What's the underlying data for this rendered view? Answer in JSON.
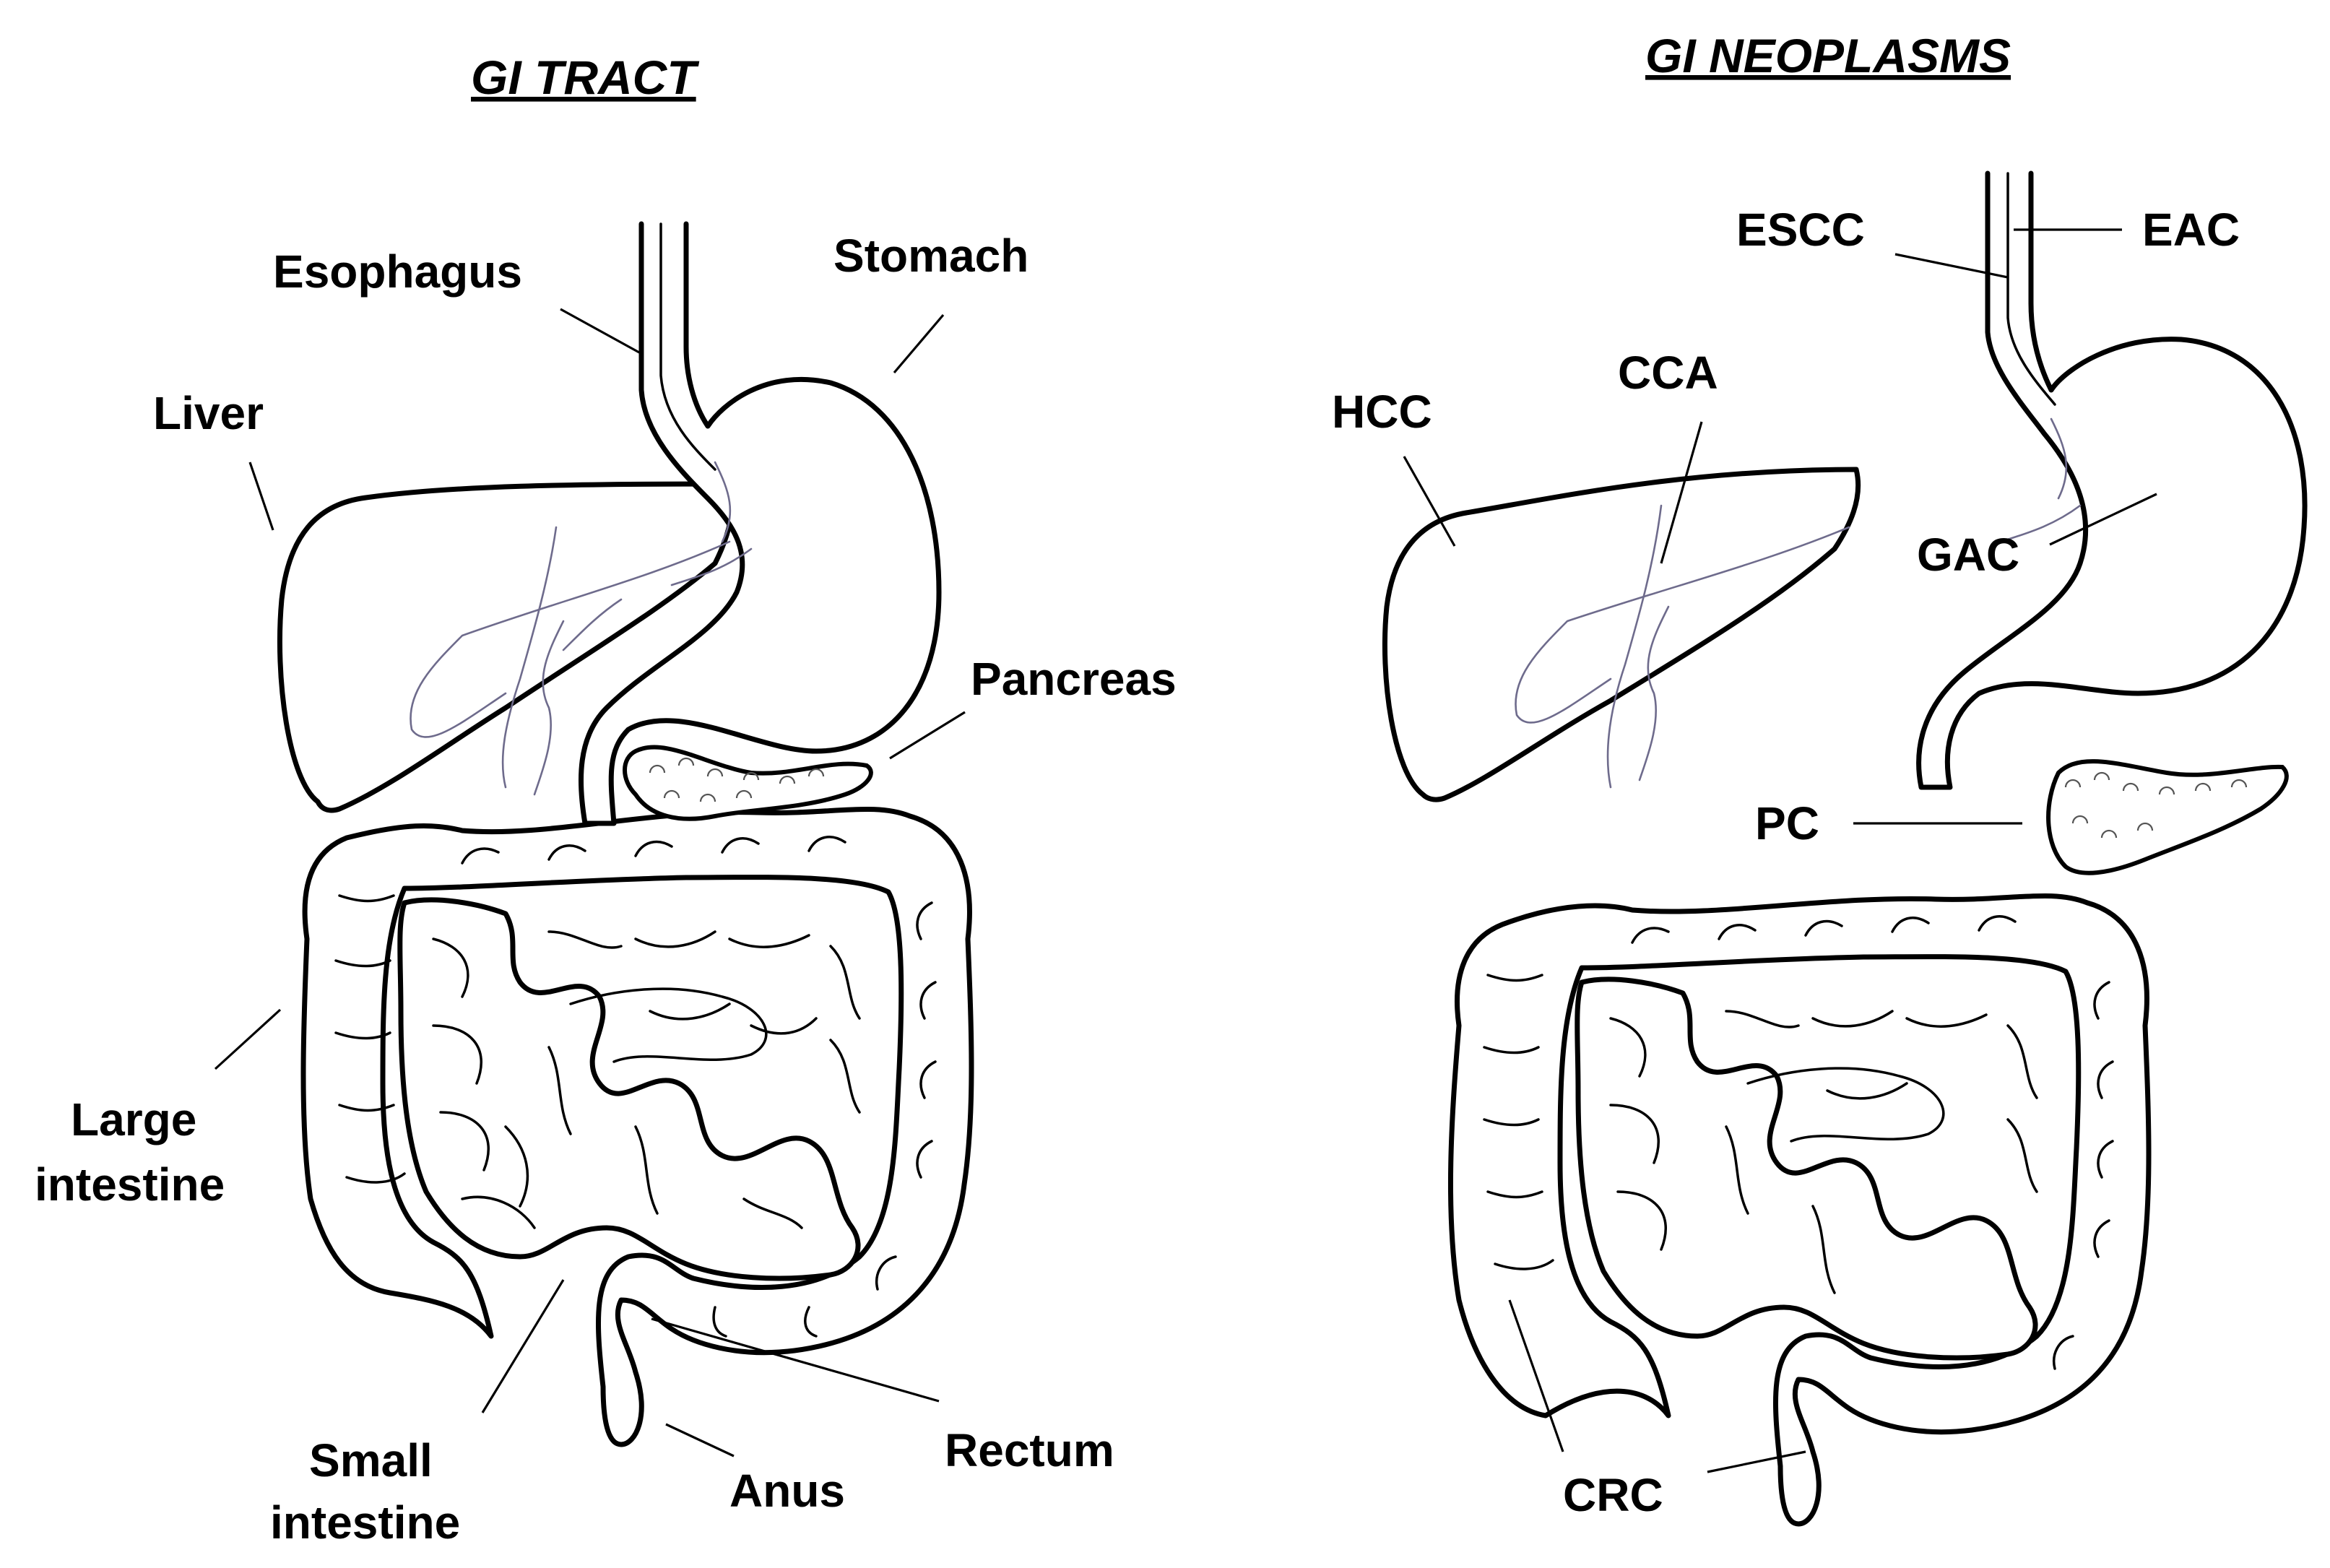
{
  "headings": {
    "left": "GI TRACT",
    "right": "GI NEOPLASMS"
  },
  "left_labels": {
    "esophagus": "Esophagus",
    "stomach": "Stomach",
    "liver": "Liver",
    "pancreas": "Pancreas",
    "large_intestine_1": "Large",
    "large_intestine_2": "intestine",
    "small_intestine_1": "Small",
    "small_intestine_2": "intestine",
    "anus": "Anus",
    "rectum": "Rectum"
  },
  "right_labels": {
    "escc": "ESCC",
    "eac": "EAC",
    "hcc": "HCC",
    "cca": "CCA",
    "gac": "GAC",
    "pc": "PC",
    "crc": "CRC"
  },
  "colors": {
    "outline": "#000000",
    "vessel": "#6e6b8c",
    "background": "#ffffff"
  }
}
